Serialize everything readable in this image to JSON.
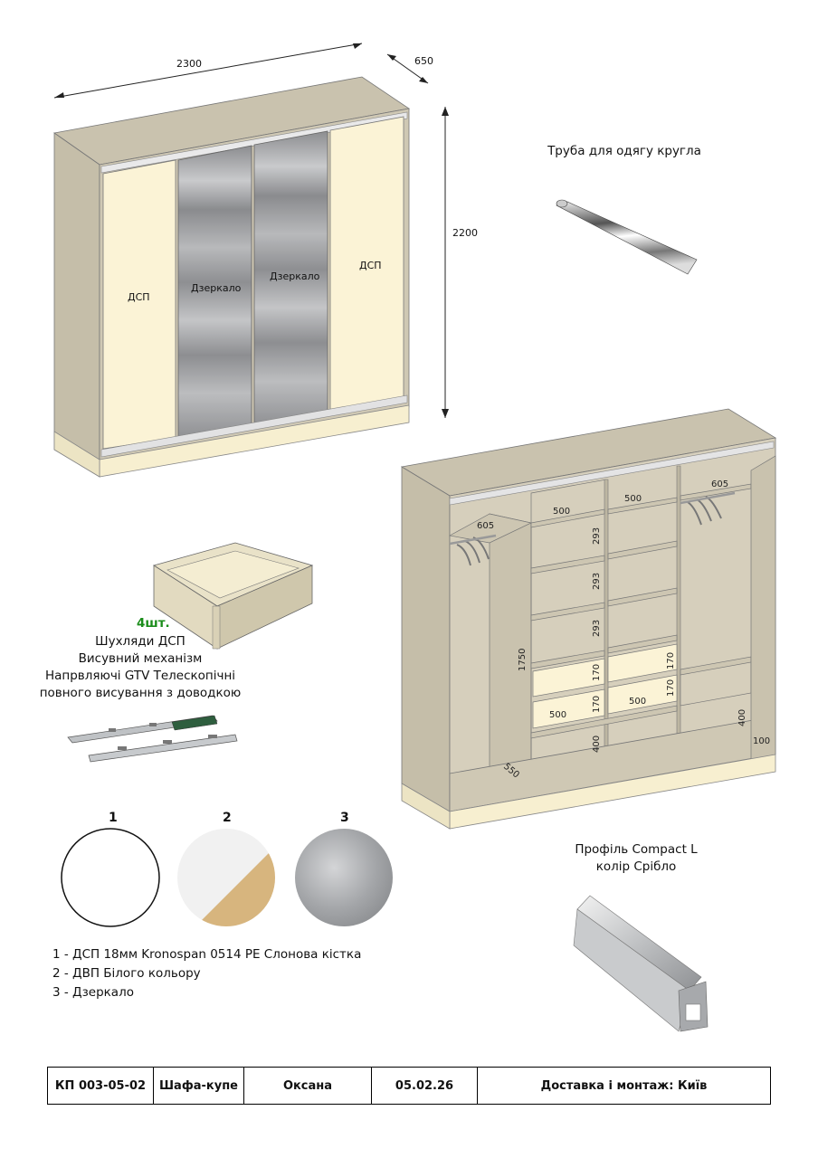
{
  "wardrobe_front": {
    "dim_width": "2300",
    "dim_depth": "650",
    "dim_height": "2200",
    "door_labels": [
      "ДСП",
      "Дзеркало",
      "Дзеркало",
      "ДСП"
    ]
  },
  "rod": {
    "title": "Труба для одягу кругла"
  },
  "interior": {
    "dims": {
      "top_left": "605",
      "top_mid1": "500",
      "top_mid2": "500",
      "top_right": "605",
      "shelf_h1": "293",
      "shelf_h2": "293",
      "shelf_h3": "293",
      "drawer_h1": "170",
      "drawer_h2": "170",
      "drawer_h3": "170",
      "drawer_h4": "170",
      "drawer_w1": "500",
      "drawer_w2": "500",
      "left_height": "1750",
      "bottom_depth": "550",
      "bottom_mid": "400",
      "right_400": "400",
      "right_100": "100"
    }
  },
  "drawer": {
    "qty": "4шт.",
    "lines": [
      "Шухляди ДСП",
      "Висувний механізм",
      "Напрвляючі GTV Телескопічні",
      "повного висування з доводкою"
    ]
  },
  "materials": {
    "numbers": [
      "1",
      "2",
      "3"
    ],
    "legend": [
      "1 - ДСП 18мм Kronospan 0514 PE Слонова кістка",
      "2 - ДВП Білого кольору",
      "3 - Дзеркало"
    ]
  },
  "profile": {
    "title_line1": "Профіль Compact L",
    "title_line2": "колір Срібло"
  },
  "footer": {
    "code": "КП 003-05-02",
    "product": "Шафа-купе",
    "client": "Оксана",
    "date": "05.02.26",
    "delivery": "Доставка і монтаж: Київ"
  },
  "colors": {
    "carcass": "#c9c2ae",
    "ivory_door": "#fbf3d6",
    "mirror": "#9fa0a3",
    "plinth": "#f7efd0",
    "drawer_green": "#1a8c1a"
  }
}
